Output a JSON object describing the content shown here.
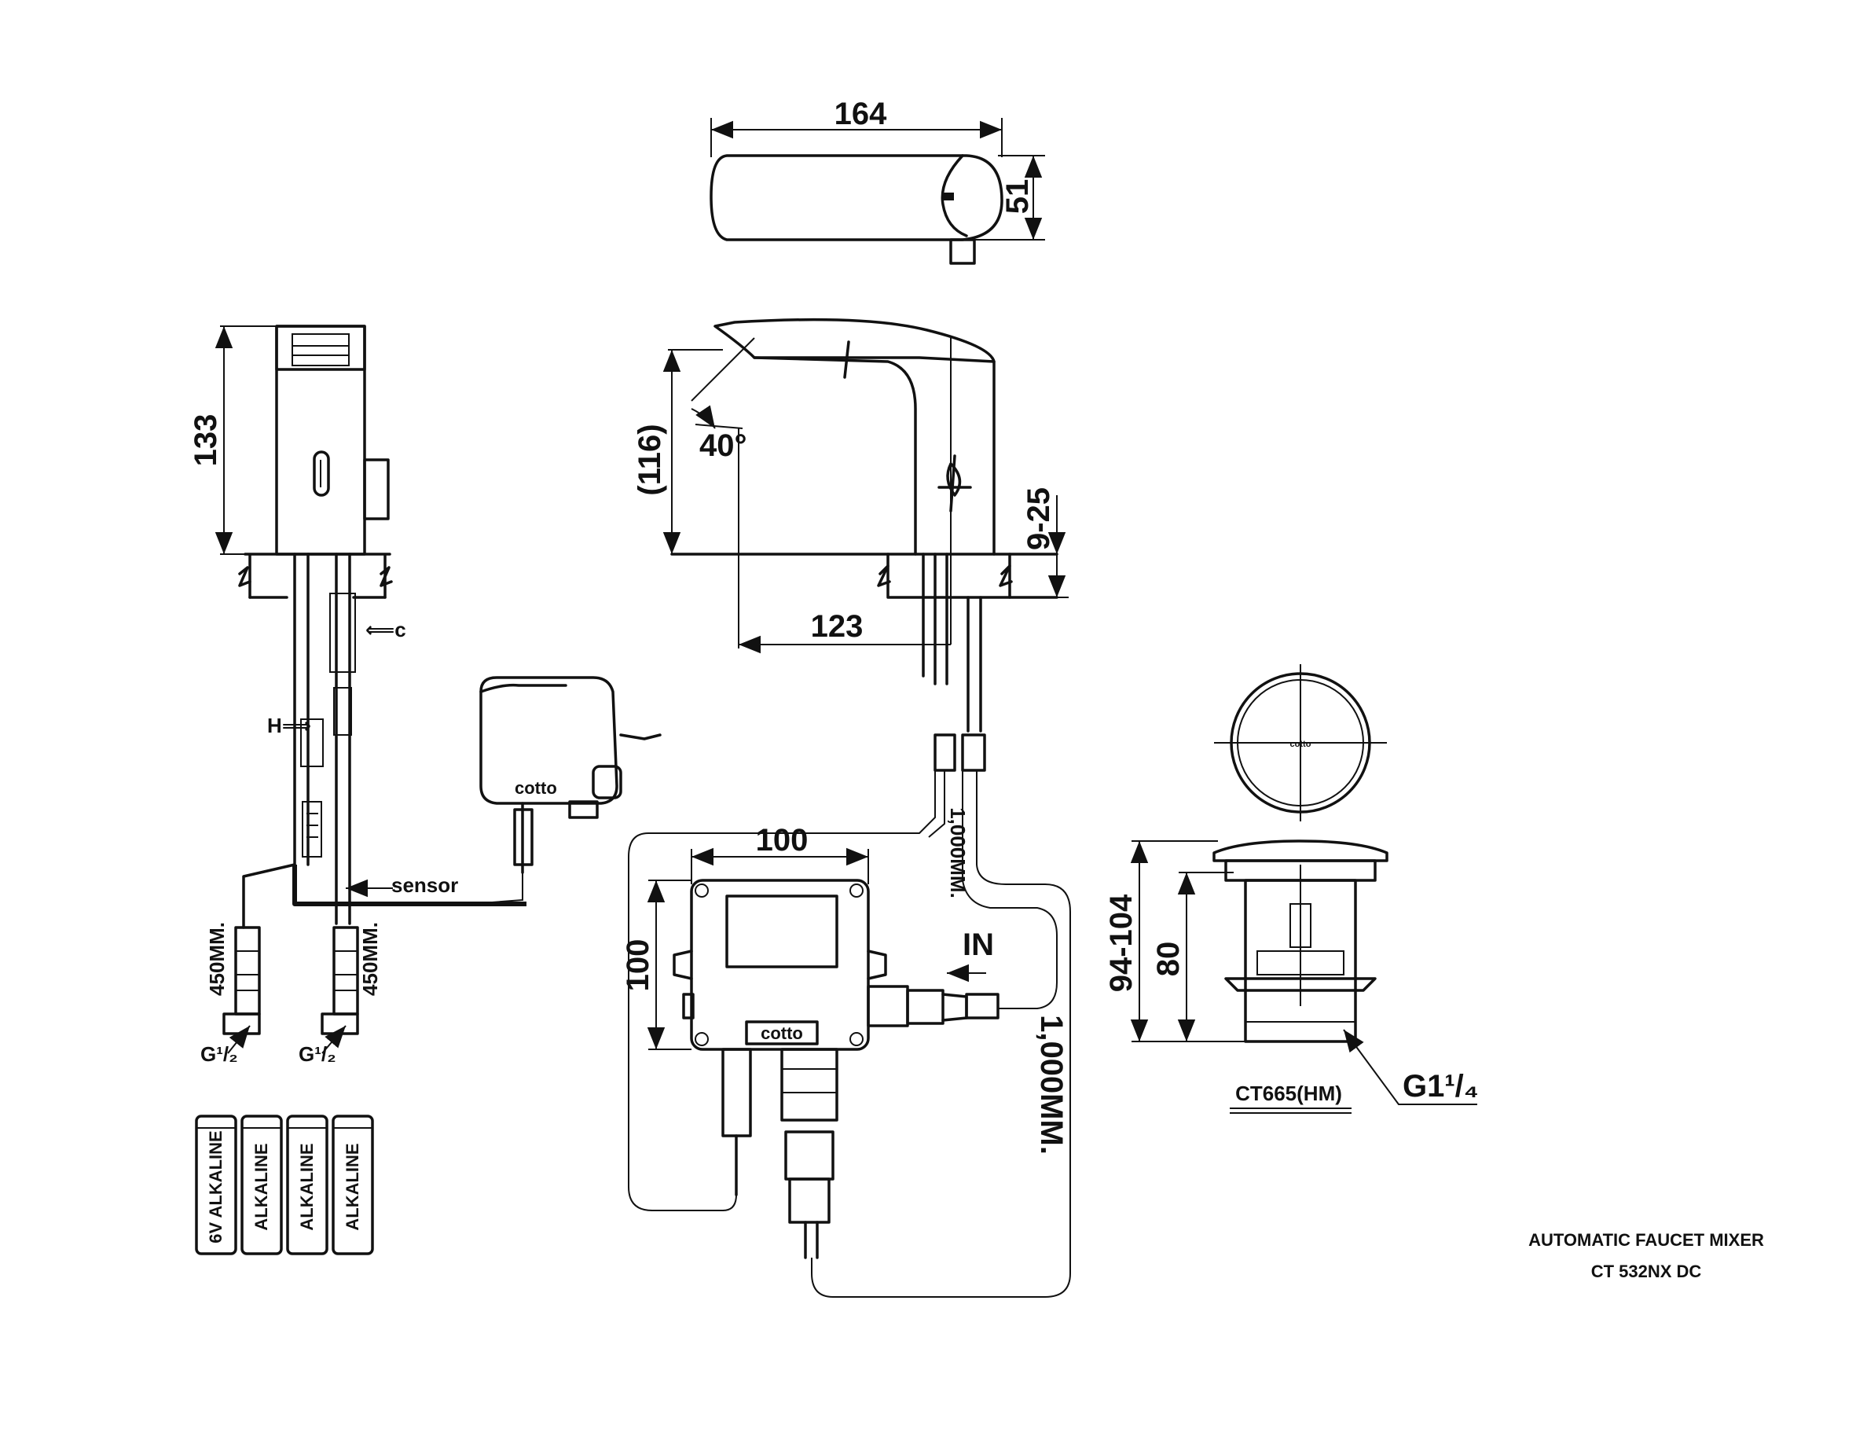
{
  "dimensions": {
    "top_width": "164",
    "top_height": "51",
    "side_height": "133",
    "spout_height": "(116)",
    "spout_angle": "40°",
    "deck_thickness": "9-25",
    "reach": "123",
    "box_width": "100",
    "box_height": "100",
    "cable_short": "1,000MM.",
    "cable_long": "1,000MM.",
    "hose_left": "450MM.",
    "hose_right": "450MM.",
    "drain_height": "94-104",
    "drain_inner": "80"
  },
  "labels": {
    "sensor": "sensor",
    "inlet": "IN",
    "thread_left": "G¹/₂",
    "thread_right": "G¹/₂",
    "drain_thread": "G1¹/₄",
    "drain_model": "CT665(HM)",
    "brand_box": "cotto",
    "brand_cap": "cotto",
    "battery_text": [
      "6V ALKALINE",
      "ALKALINE",
      "ALKALINE",
      "ALKALINE"
    ]
  },
  "title_block": {
    "product": "AUTOMATIC  FAUCET MIXER",
    "model": "CT 532NX DC"
  }
}
